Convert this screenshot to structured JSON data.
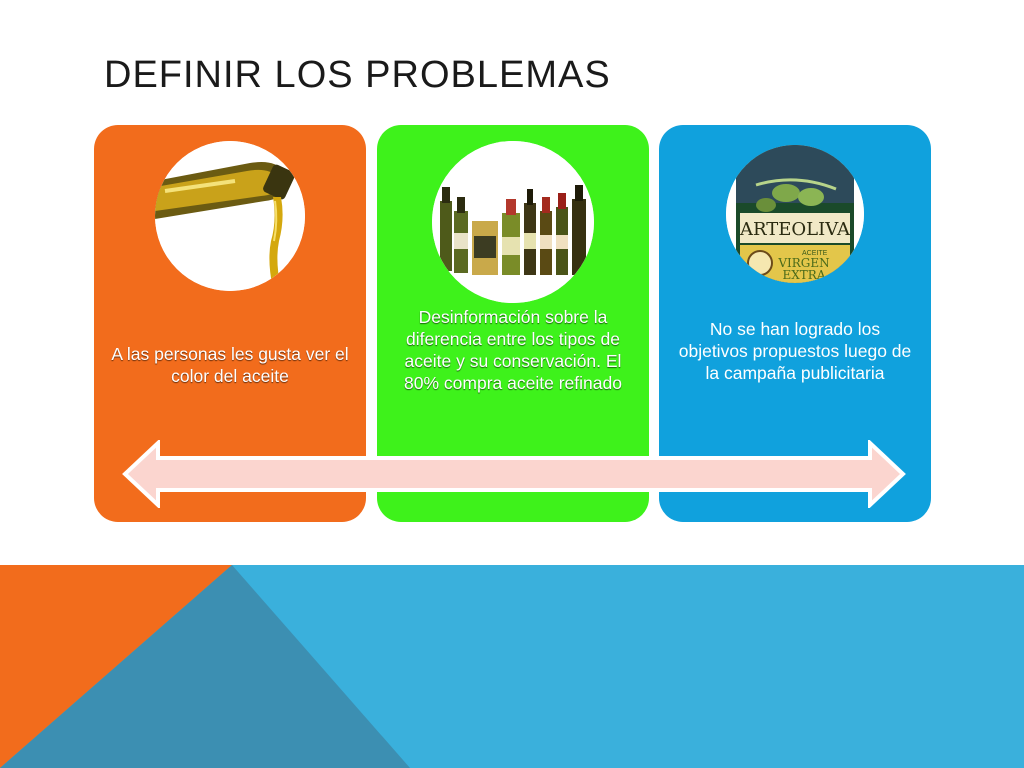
{
  "slide": {
    "title": "DEFINIR LOS PROBLEMAS",
    "cards": [
      {
        "text": "A las personas les gusta ver el color del aceite",
        "image": "oil-pouring-from-bottle",
        "color": "#f26c1c"
      },
      {
        "text": "Desinformación sobre la diferencia entre los tipos de aceite y su conservación. El 80% compra aceite refinado",
        "image": "olive-oil-bottles-lineup",
        "color": "#3ef21b"
      },
      {
        "text": "No se han logrado los objetivos propuestos luego de la campaña publicitaria",
        "image": "arteoliva-virgen-extra-package",
        "label_brand": "ARTEOLIVA",
        "label_line1": "ACEITE",
        "label_line2": "VIRGEN",
        "label_line3": "EXTRA",
        "color": "#10a1dd"
      }
    ],
    "arrow": {
      "fill": "#fbd5cf",
      "stroke": "#ffffff",
      "direction": "double-headed-horizontal"
    },
    "footer_colors": {
      "blue": "#3ab0dc",
      "orange": "#f26c1c",
      "dark_blue": "#3c8fb2"
    }
  }
}
